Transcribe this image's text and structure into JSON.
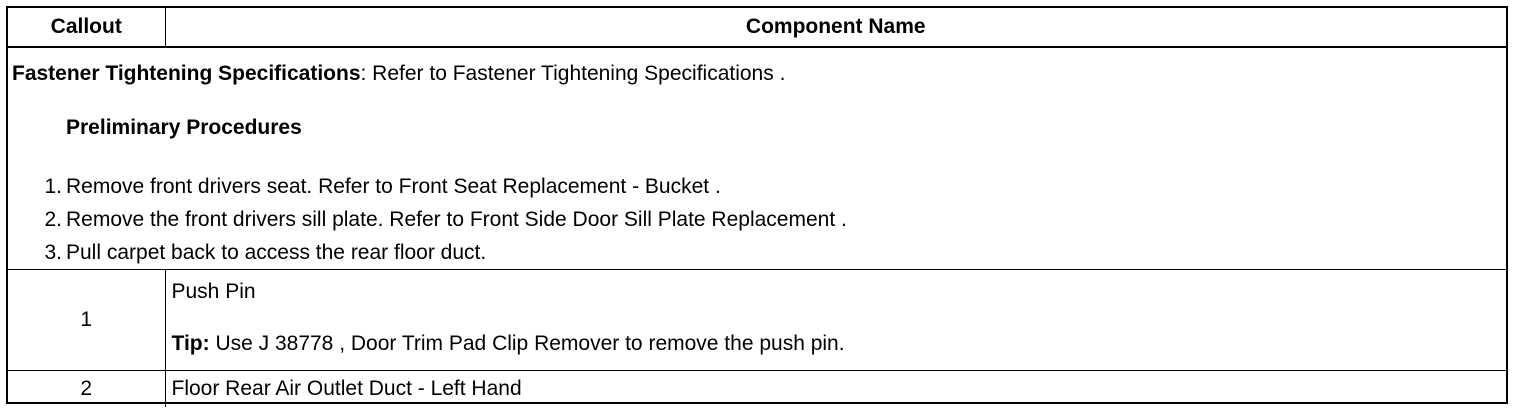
{
  "header": {
    "callout": "Callout",
    "component_name": "Component Name"
  },
  "procedure": {
    "fastener_label": "Fastener Tightening Specifications",
    "fastener_text": ": Refer to Fastener Tightening Specifications .",
    "preliminary_title": "Preliminary Procedures",
    "steps": [
      {
        "num": "1.",
        "text": "Remove front drivers seat. Refer to Front Seat Replacement - Bucket ."
      },
      {
        "num": "2.",
        "text": "Remove the front drivers sill plate. Refer to Front Side Door Sill Plate Replacement ."
      },
      {
        "num": "3.",
        "text": "Pull carpet back to access the rear floor duct."
      }
    ]
  },
  "rows": [
    {
      "callout": "1",
      "name": "Push Pin",
      "tip_label": "Tip:",
      "tip_text": " Use J 38778 , Door Trim Pad Clip Remover to remove the push pin."
    },
    {
      "callout": "2",
      "name": "Floor Rear Air Outlet Duct - Left Hand"
    }
  ]
}
